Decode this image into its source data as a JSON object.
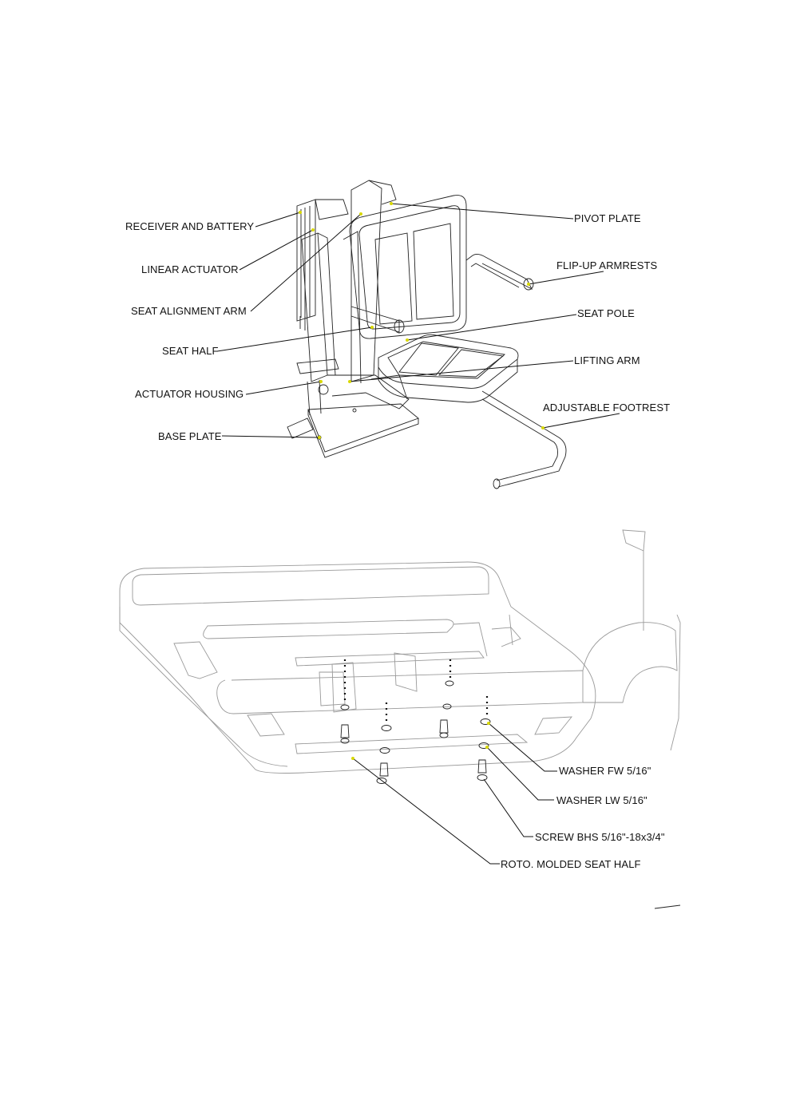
{
  "top_diagram": {
    "labels": {
      "receiver_battery": "RECEIVER AND BATTERY",
      "linear_actuator": "LINEAR ACTUATOR",
      "seat_alignment_arm": "SEAT ALIGNMENT ARM",
      "seat_half": "SEAT HALF",
      "actuator_housing": "ACTUATOR HOUSING",
      "base_plate": "BASE PLATE",
      "pivot_plate": "PIVOT PLATE",
      "flip_up_armrests": "FLIP-UP ARMRESTS",
      "seat_pole": "SEAT POLE",
      "lifting_arm": "LIFTING ARM",
      "adjustable_footrest": "ADJUSTABLE FOOTREST"
    }
  },
  "bottom_diagram": {
    "labels": {
      "washer_fw": "WASHER FW 5/16\"",
      "washer_lw": "WASHER LW 5/16\"",
      "screw_bhs": "SCREW BHS 5/16\"-18x3/4\"",
      "seat_half": "ROTO. MOLDED SEAT HALF"
    }
  },
  "colors": {
    "line": "#222222",
    "label_text": "#111111",
    "accent_marker": "#d8d800"
  }
}
